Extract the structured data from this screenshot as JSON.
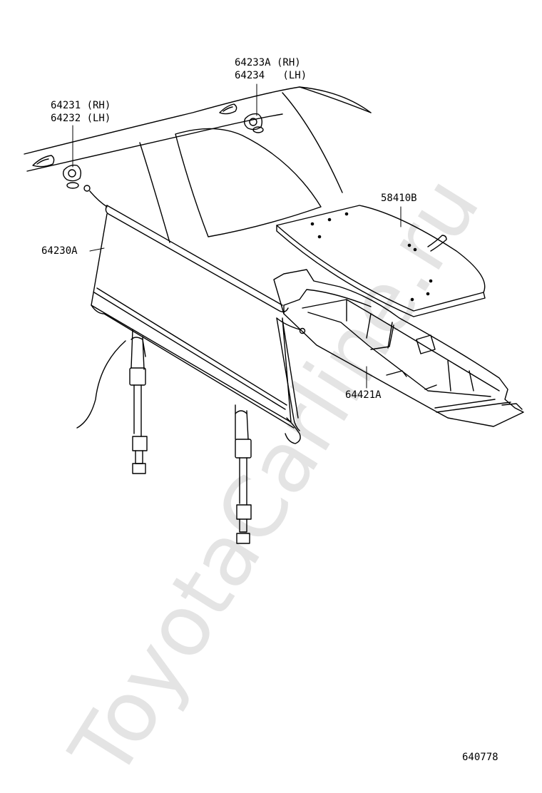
{
  "labels": {
    "p64233A": "64233A (RH)",
    "p64234": "64234   (LH)",
    "p64231": "64231 (RH)",
    "p64232": "64232 (LH)",
    "p58410B": "58410B",
    "p64230A": "64230A",
    "p64421A": "64421A"
  },
  "figure_number": "640778",
  "watermark": "ToyotaCarline.ru"
}
